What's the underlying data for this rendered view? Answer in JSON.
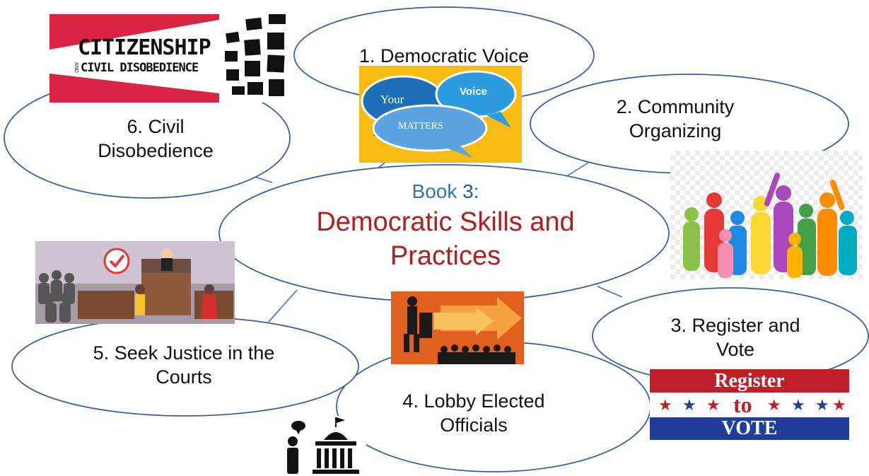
{
  "center": {
    "book_prefix": "Book ",
    "book_number": "3:",
    "title_line1": "Democratic Skills and",
    "title_line2": "Practices"
  },
  "nodes": [
    {
      "label": "1. Democratic Voice"
    },
    {
      "label_line1": "2. Community",
      "label_line2": "Organizing"
    },
    {
      "label_line1": "3. Register and",
      "label_line2": "Vote"
    },
    {
      "label_line1": "4. Lobby Elected",
      "label_line2": "Officials"
    },
    {
      "label_line1": "5. Seek Justice in the",
      "label_line2": "Courts"
    },
    {
      "label_line1": "6. Civil",
      "label_line2": "Disobedience"
    }
  ],
  "images": {
    "voice": {
      "word1": "Your",
      "word2": "Voice",
      "word3": "MATTERS"
    },
    "citizenship": {
      "line1": "CITIZENSHIP",
      "line2": "CIVIL DISOBEDIENCE",
      "small": "AND"
    },
    "vote": {
      "line1": "Register",
      "line2": "to",
      "line3": "VOTE"
    }
  },
  "colors": {
    "outline": "#3a5fa5",
    "title_red": "#b01e1e",
    "book_blue": "#2e74b5",
    "voice_bg": "#f6bc12",
    "vote_red": "#c0202a",
    "vote_blue": "#1f3f9a"
  }
}
